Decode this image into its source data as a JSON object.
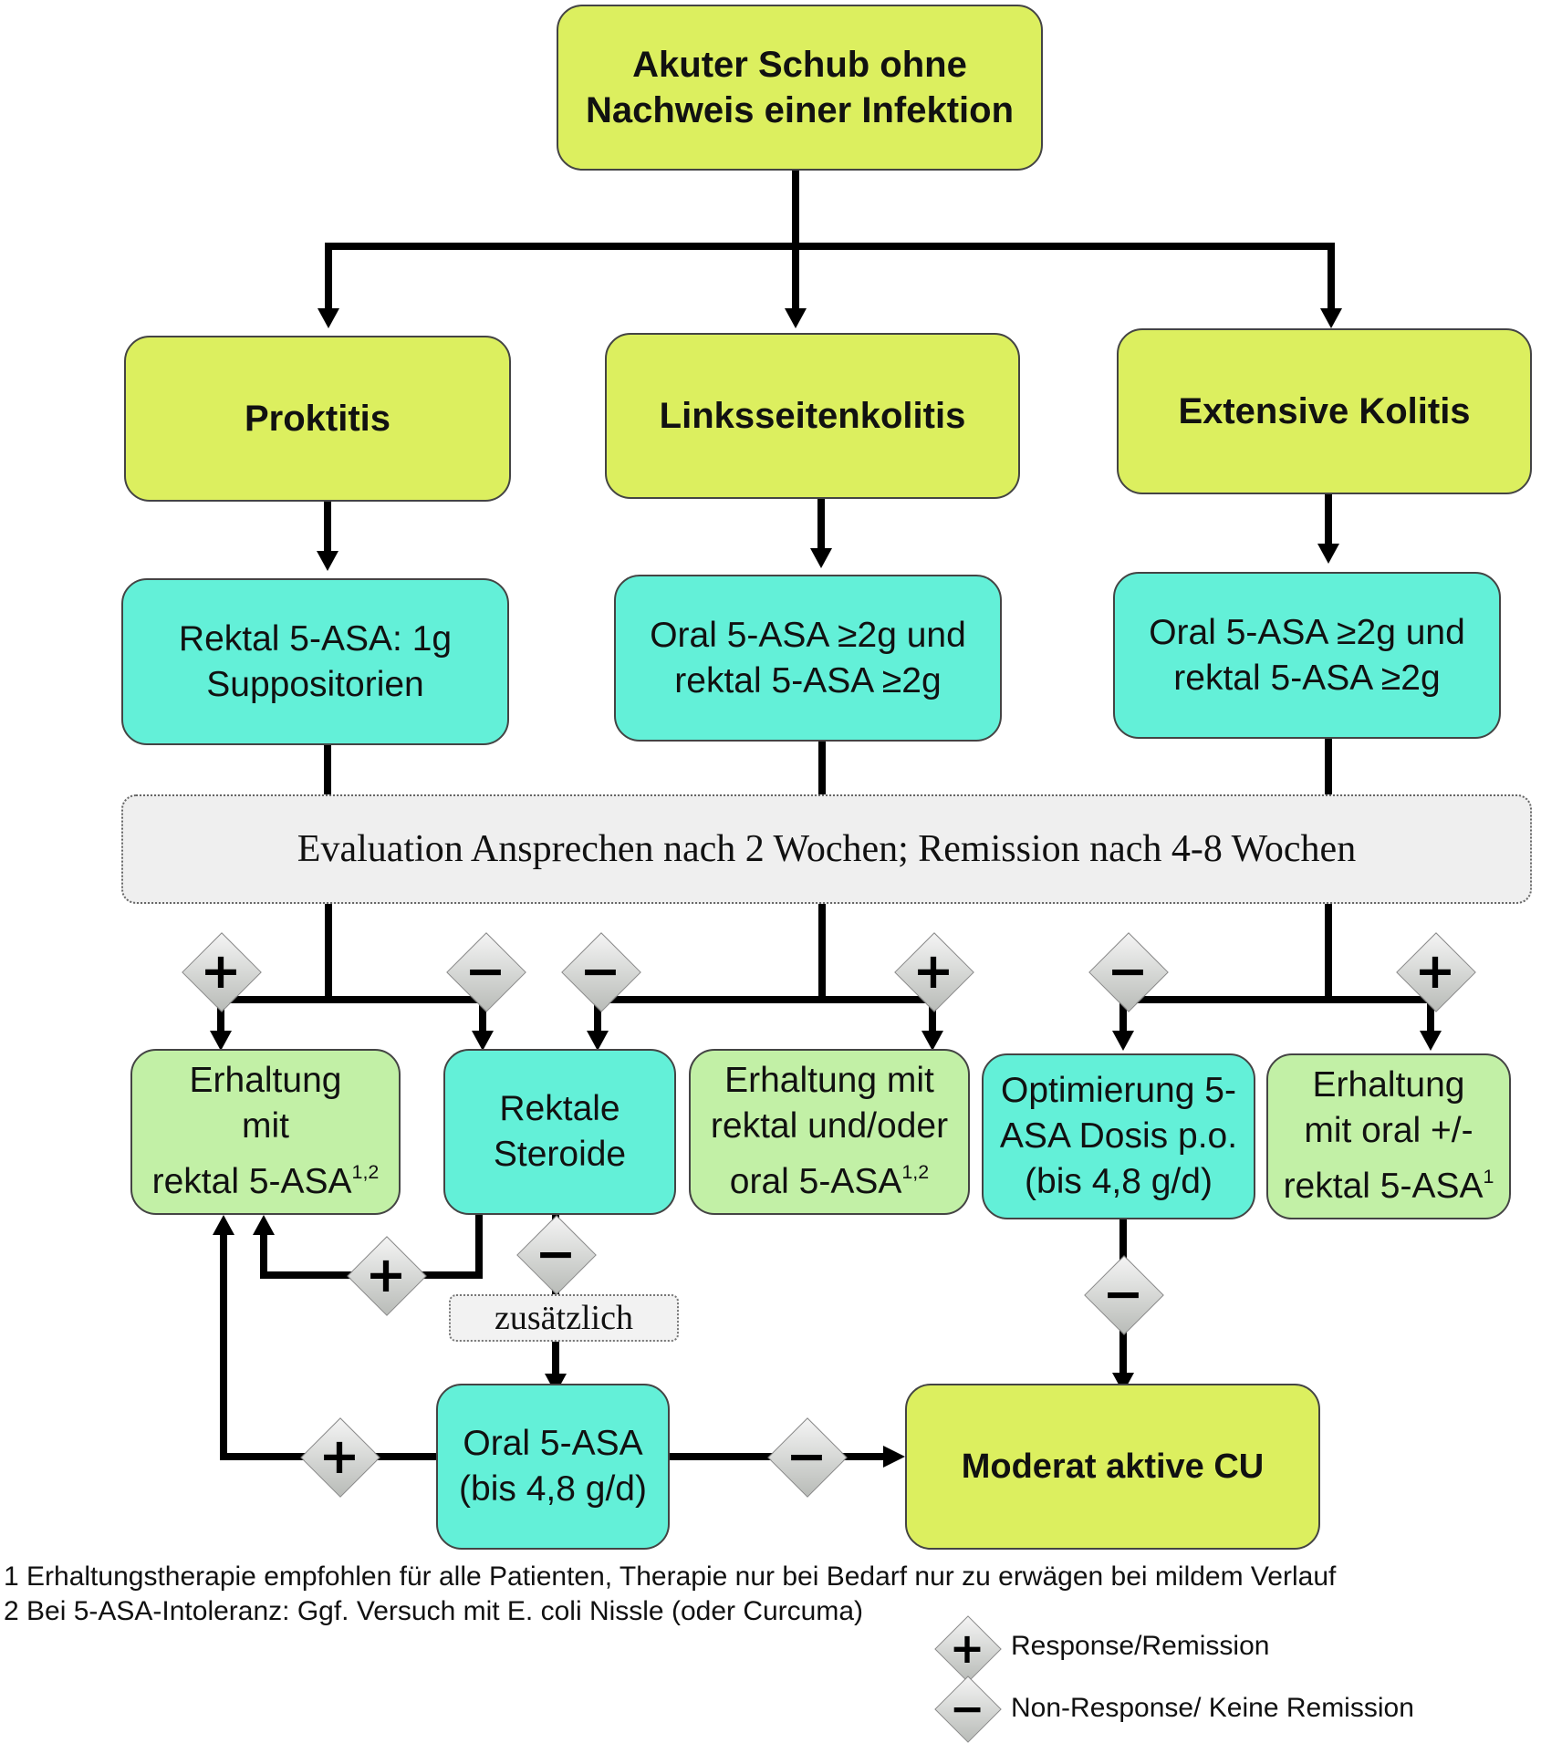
{
  "top": {
    "line1": "Akuter Schub ohne",
    "line2": "Nachweis einer Infektion"
  },
  "categories": {
    "proktitis": "Proktitis",
    "links": "Linksseitenkolitis",
    "extensive": "Extensive Kolitis"
  },
  "therapies": {
    "proktitis": {
      "line1": "Rektal 5-ASA: 1g",
      "line2": "Suppositorien"
    },
    "links": {
      "line1": "Oral 5-ASA ≥2g und",
      "line2": "rektal 5-ASA ≥2g"
    },
    "extensive": {
      "line1": "Oral 5-ASA ≥2g und",
      "line2": "rektal 5-ASA ≥2g"
    }
  },
  "evaluation": "Evaluation Ansprechen nach 2 Wochen; Remission nach 4-8 Wochen",
  "outcomes": {
    "erhaltung_rektal": {
      "line1": "Erhaltung",
      "line2": "mit",
      "line3": "rektal 5-ASA",
      "sup": "1,2"
    },
    "rektale_steroide": {
      "line1": "Rektale",
      "line2": "Steroide"
    },
    "erhaltung_rektal_oral": {
      "line1": "Erhaltung mit",
      "line2": "rektal und/oder",
      "line3": "oral 5-ASA",
      "sup": "1,2"
    },
    "optimierung": {
      "line1": "Optimierung 5-",
      "line2": "ASA Dosis p.o.",
      "line3": "(bis 4,8 g/d)"
    },
    "erhaltung_oral": {
      "line1": "Erhaltung",
      "line2": "mit oral +/-",
      "line3": "rektal 5-ASA",
      "sup": "1"
    }
  },
  "zusaetzlich": "zusätzlich",
  "oral_asa": {
    "line1": "Oral 5-ASA",
    "line2": "(bis 4,8 g/d)"
  },
  "moderat": "Moderat aktive CU",
  "symbols": {
    "plus": "+",
    "minus": "−"
  },
  "footnotes": {
    "note1": "1 Erhaltungstherapie empfohlen für alle Patienten, Therapie nur bei Bedarf nur zu erwägen bei mildem Verlauf",
    "note2": "2 Bei 5-ASA-Intoleranz: Ggf. Versuch mit E. coli Nissle (oder Curcuma)"
  },
  "legend": {
    "plus_label": "Response/Remission",
    "minus_label": "Non-Response/ Keine Remission"
  },
  "colors": {
    "yellow": "#dcef5f",
    "teal": "#63f0d8",
    "light_green": "#c2f0a6",
    "evaluation_bg": "#efefef"
  }
}
